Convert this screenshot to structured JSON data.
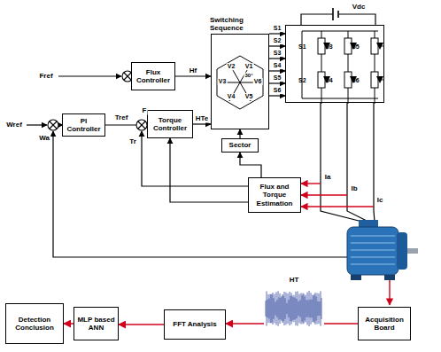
{
  "diagram": {
    "nodes": [
      {
        "text": [
          "Switching Sequence"
        ]
      },
      {
        "text": [
          "S1",
          "S3",
          "S5",
          "S2",
          "S4",
          "S6"
        ]
      },
      {
        "text": [
          "Flux Controller"
        ]
      },
      {
        "text": [
          "PI Controller"
        ]
      },
      {
        "text": [
          "Torque Controller"
        ]
      },
      {
        "text": [
          "Sector"
        ]
      },
      {
        "text": [
          "Flux and Torque Estimation"
        ]
      },
      {
        "text": [
          "Acquisition Board"
        ]
      },
      {
        "text": [
          "FFT Analysis"
        ]
      },
      {
        "text": [
          "MLP based ANN"
        ]
      },
      {
        "text": [
          "Detection Conclusion"
        ]
      }
    ],
    "edges": [
      {
        "from": 2,
        "to": 0,
        "label": "Hf",
        "arrow": "to"
      },
      {
        "from": 4,
        "to": 0,
        "label": "HTe",
        "arrow": "to"
      },
      {
        "from": 3,
        "to": 4,
        "arrow": "to"
      },
      {
        "from": 5,
        "to": 0,
        "arrow": "to"
      },
      {
        "from": 6,
        "to": 5,
        "arrow": "to"
      },
      {
        "from": 6,
        "to": 4,
        "arrow": "to"
      },
      {
        "from": 0,
        "to": 1,
        "label": "S1",
        "arrow": "to"
      },
      {
        "from": 0,
        "to": 1,
        "label": "S2",
        "arrow": "to"
      },
      {
        "from": 0,
        "to": 1,
        "label": "S3",
        "arrow": "to"
      },
      {
        "from": 0,
        "to": 1,
        "label": "S4",
        "arrow": "to"
      },
      {
        "from": 0,
        "to": 1,
        "label": "S5",
        "arrow": "to"
      },
      {
        "from": 0,
        "to": 1,
        "label": "S6",
        "arrow": "to"
      },
      {
        "from": 7,
        "to": 8,
        "arrow": "to"
      },
      {
        "from": 8,
        "to": 9,
        "arrow": "to"
      },
      {
        "from": 9,
        "to": 10,
        "arrow": "to"
      }
    ],
    "labels": [
      "Fref",
      "Wref",
      "Wa",
      "Tref",
      "F",
      "Tr",
      "V1",
      "V2",
      "V3",
      "V4",
      "V5",
      "V6",
      "30°",
      "Vdc",
      "Ia",
      "Ib",
      "Ic",
      "HT"
    ]
  }
}
